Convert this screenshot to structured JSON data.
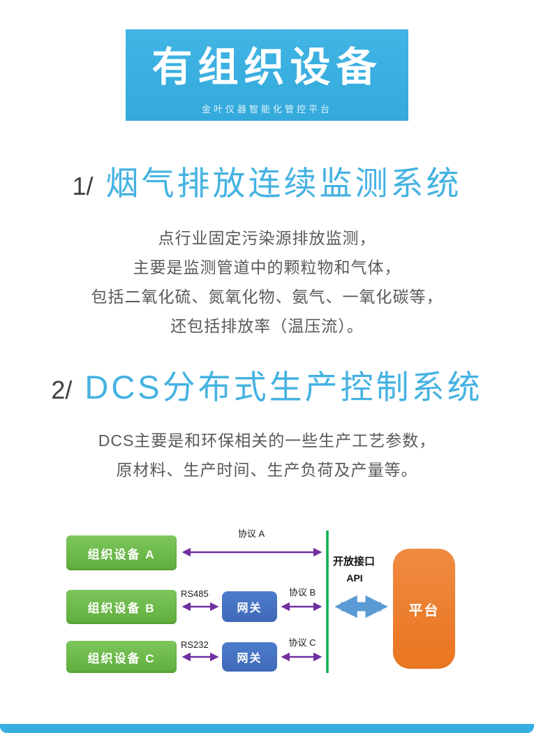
{
  "header": {
    "title": "有组织设备",
    "subtitle": "金叶仪器智能化管控平台"
  },
  "sections": [
    {
      "number": "1/",
      "title": "烟气排放连续监测系统",
      "lines": [
        "点行业固定污染源排放监测，",
        "主要是监测管道中的颗粒物和气体，",
        "包括二氧化硫、氮氧化物、氨气、一氧化碳等，",
        "还包括排放率（温压流）。"
      ]
    },
    {
      "number": "2/",
      "title": "DCS分布式生产控制系统",
      "lines": [
        "DCS主要是和环保相关的一些生产工艺参数，",
        "原材料、生产时间、生产负荷及产量等。"
      ]
    }
  ],
  "diagram": {
    "device_a": "组织设备 A",
    "device_b": "组织设备 B",
    "device_c": "组织设备 C",
    "gateway": "网关",
    "protocol_a": "协议 A",
    "protocol_b": "协议 B",
    "protocol_c": "协议 C",
    "bus_b": "RS485",
    "bus_c": "RS232",
    "open_interface": "开放接口",
    "api": "API",
    "platform": "平台",
    "colors": {
      "device_green": "#6bbb4a",
      "gateway_blue": "#4472c4",
      "arrow_purple": "#7030a0",
      "line_green": "#00b050",
      "big_arrow_blue": "#5b9bd5",
      "platform_orange": "#ed7d31"
    }
  },
  "theme": {
    "banner_blue": "#38ade0",
    "heading_blue": "#45b2e2",
    "body_gray": "#595959",
    "footer_blue": "#38ade0"
  }
}
